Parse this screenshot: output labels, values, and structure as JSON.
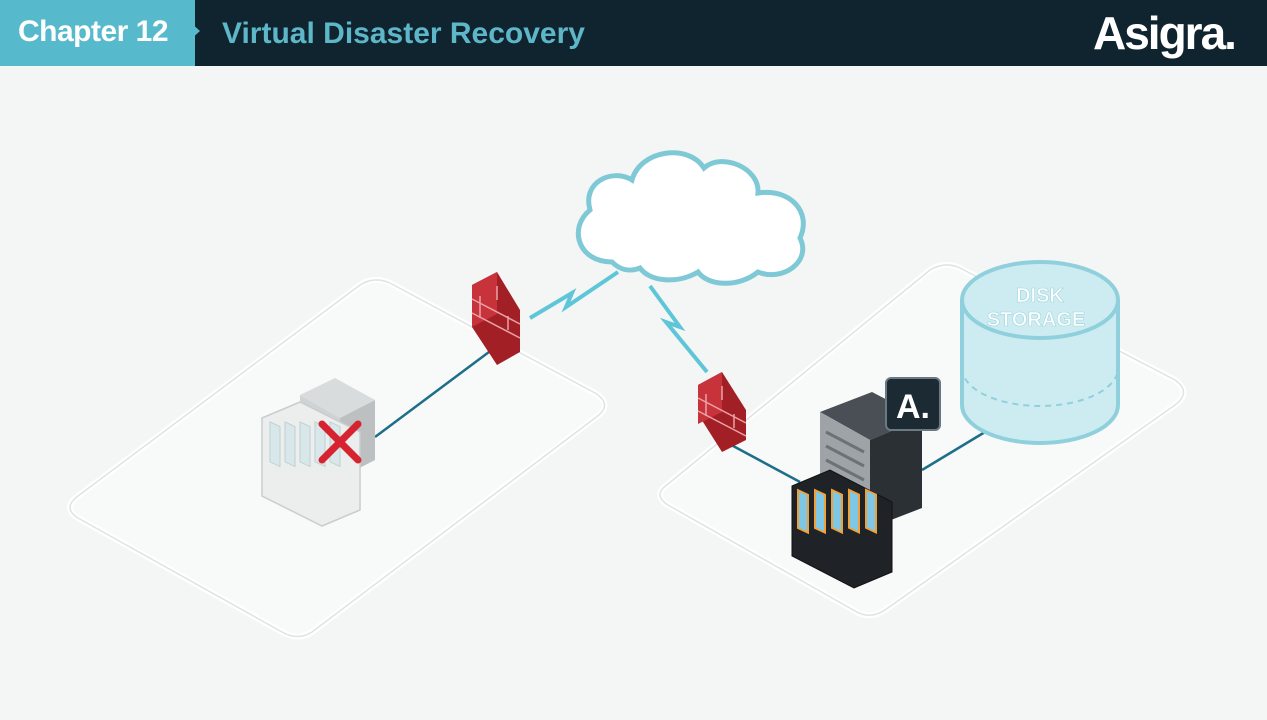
{
  "header": {
    "chapter_label": "Chapter 12",
    "title": "Virtual Disaster Recovery",
    "brand": "Asigra."
  },
  "diagram": {
    "storage_label_line1": "DISK",
    "storage_label_line2": "STORAGE",
    "appliance_badge": "A."
  },
  "colors": {
    "header_bg": "#10242f",
    "chapter_tab": "#56b9cc",
    "title_text": "#5db7c8",
    "cloud_stroke": "#7fc9d7",
    "firewall": "#b3262c",
    "failure_x": "#d6232f",
    "link_line": "#1d6f89"
  }
}
